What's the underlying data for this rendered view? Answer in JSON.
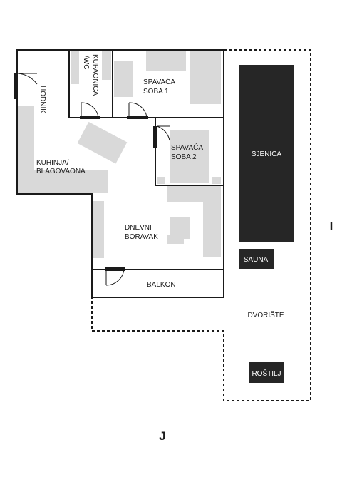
{
  "rooms": {
    "hodnik": "HODNIK",
    "kupaonica": "KUPAONICA",
    "kupaonica_wc": "/WC",
    "spavaca_soba_1_a": "SPAVAĆA",
    "spavaca_soba_1_b": "SOBA 1",
    "spavaca_soba_2_a": "SPAVAĆA",
    "spavaca_soba_2_b": "SOBA 2",
    "kuhinja_a": "KUHINJA/",
    "kuhinja_b": "BLAGOVAONA",
    "dnevni_a": "DNEVNI",
    "dnevni_b": "BORAVAK",
    "balkon": "BALKON"
  },
  "outdoor": {
    "sjenica": "SJENICA",
    "sauna": "SAUNA",
    "dvoriste": "DVORIŠTE",
    "rostilj": "ROŠTILJ"
  },
  "compass": {
    "east": "I",
    "south": "J"
  },
  "colors": {
    "wall": "#1a1a1a",
    "furniture": "#d9d9d9",
    "structure_fill": "#262626"
  }
}
